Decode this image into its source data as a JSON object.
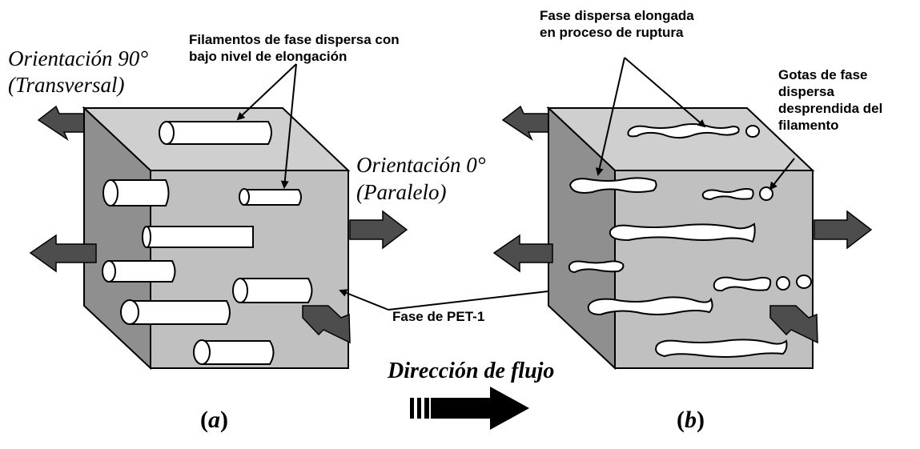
{
  "left_panel": {
    "orientation_90_label": "Orientación 90°",
    "orientation_90_sub": "(Transversal)",
    "orientation_0_label": "Orientación 0°",
    "orientation_0_sub": "(Paralelo)",
    "filaments_label_line1": "Filamentos de fase dispersa con",
    "filaments_label_line2": "bajo nivel de elongación",
    "caption_letter": "a"
  },
  "right_panel": {
    "elongated_label_line1": "Fase dispersa elongada",
    "elongated_label_line2": "en proceso de ruptura",
    "drops_label_line1": "Gotas de fase",
    "drops_label_line2": "dispersa",
    "drops_label_line3": "desprendida del",
    "drops_label_line4": "filamento",
    "caption_letter": "b"
  },
  "center": {
    "pet_label": "Fase de PET-1",
    "flow_label": "Dirección de flujo"
  },
  "colors": {
    "cube_front": "#c0c0c0",
    "cube_top": "#cfcfcf",
    "cube_side": "#8f8f8f",
    "arrow": "#4d4d4d",
    "filament": "#ffffff"
  }
}
